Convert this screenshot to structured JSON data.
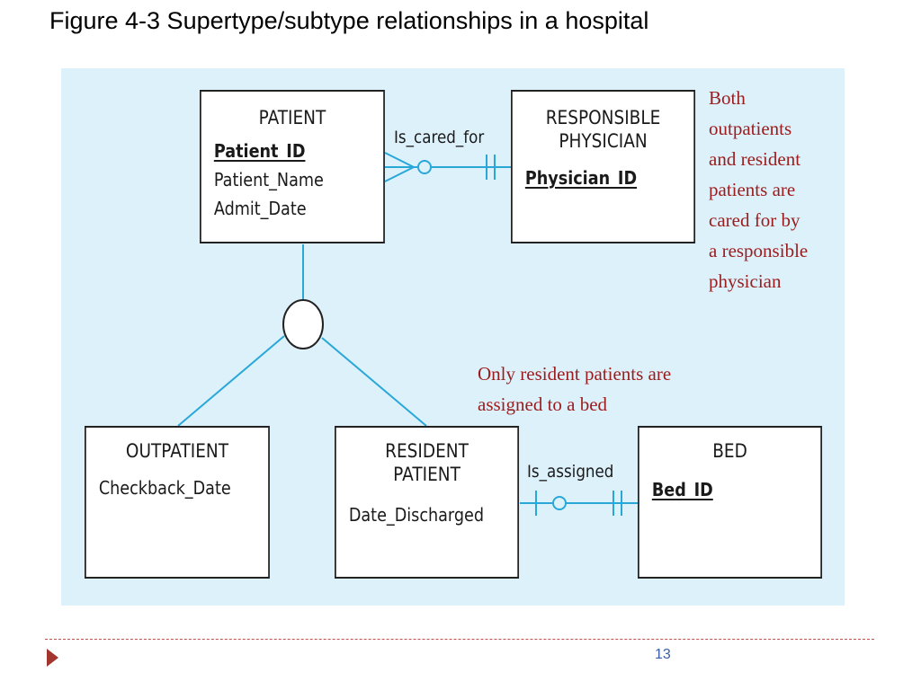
{
  "title": "Figure 4-3 Supertype/subtype relationships in a hospital",
  "entities": {
    "patient": {
      "name": "PATIENT",
      "key": "Patient_ID",
      "attrs": [
        "Patient_Name",
        "Admit_Date"
      ]
    },
    "physician": {
      "name_line1": "RESPONSIBLE",
      "name_line2": "PHYSICIAN",
      "key": "Physician_ID"
    },
    "outpatient": {
      "name": "OUTPATIENT",
      "attrs": [
        "Checkback_Date"
      ]
    },
    "resident": {
      "name_line1": "RESIDENT",
      "name_line2": "PATIENT",
      "attrs": [
        "Date_Discharged"
      ]
    },
    "bed": {
      "name": "BED",
      "key": "Bed_ID"
    }
  },
  "relationships": {
    "cared_for": "Is_cared_for",
    "assigned": "Is_assigned"
  },
  "notes": {
    "physician": [
      "Both",
      "outpatients",
      "and resident",
      "patients are",
      "cared for by",
      "a responsible",
      "physician"
    ],
    "bed": [
      "Only resident patients are",
      "assigned to a bed"
    ]
  },
  "page_number": "13",
  "colors": {
    "line": "#29a8d8",
    "note": "#9b1c1c",
    "panel": "#ddf1fb",
    "footer": "#c0504d"
  }
}
